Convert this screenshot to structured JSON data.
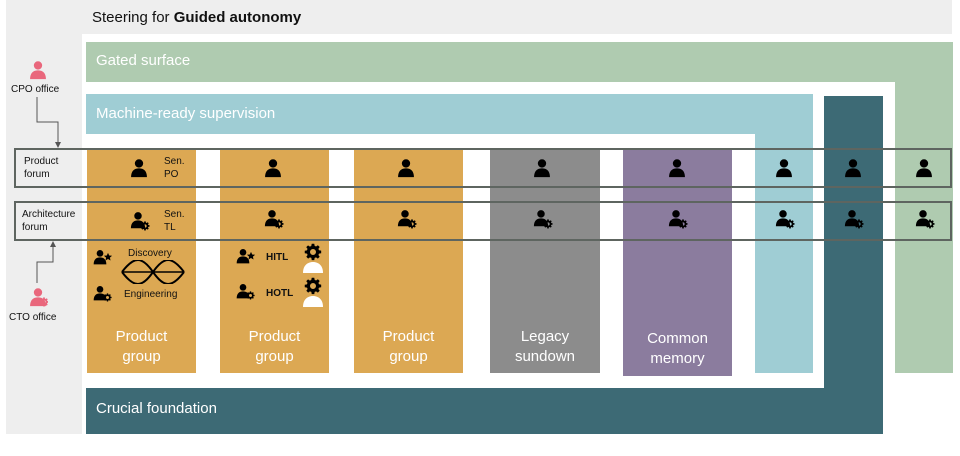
{
  "title": {
    "prefix": "Steering for ",
    "emphasis": "Guided autonomy"
  },
  "bands": {
    "gated": "Gated surface",
    "machine": "Machine-ready supervision",
    "crucial": "Crucial foundation"
  },
  "offices": {
    "cpo": "CPO office",
    "cto": "CTO office"
  },
  "forums": {
    "product": [
      "Product",
      "forum"
    ],
    "architecture": [
      "Architecture",
      "forum"
    ]
  },
  "columns": [
    {
      "label": [
        "Product",
        "group"
      ],
      "color": "#dca853"
    },
    {
      "label": [
        "Product",
        "group"
      ],
      "color": "#dca853"
    },
    {
      "label": [
        "Product",
        "group"
      ],
      "color": "#dca853"
    },
    {
      "label": [
        "Legacy",
        "sundown"
      ],
      "color": "#8c8c8c"
    },
    {
      "label": [
        "Common",
        "memory"
      ],
      "color": "#8b7c9e"
    }
  ],
  "col1": {
    "sen_po": [
      "Sen.",
      "PO"
    ],
    "sen_tl": [
      "Sen.",
      "TL"
    ],
    "discovery": "Discovery",
    "engineering": "Engineering"
  },
  "col2": {
    "hitl": "HITL",
    "hotl": "HOTL"
  },
  "colors": {
    "office_pink": "#e9677c",
    "gated": "#afcbb0",
    "machine": "#9fcdd4",
    "crucial": "#3d6a75"
  }
}
